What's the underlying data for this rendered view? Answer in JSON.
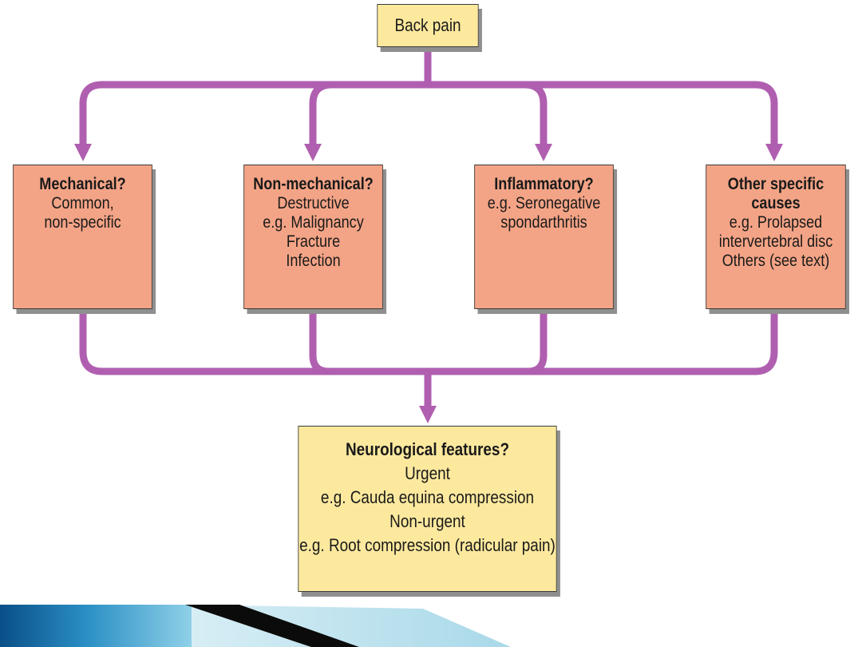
{
  "root": {
    "title": "Back pain"
  },
  "categories": [
    {
      "title": "Mechanical?",
      "lines": [
        "Common,",
        "non-specific"
      ]
    },
    {
      "title": "Non-mechanical?",
      "lines": [
        "Destructive",
        "e.g. Malignancy",
        "Fracture",
        "Infection"
      ]
    },
    {
      "title": "Inflammatory?",
      "lines": [
        "e.g. Seronegative",
        "spondarthritis"
      ]
    },
    {
      "title_lines": [
        "Other specific",
        "causes"
      ],
      "lines": [
        "e.g. Prolapsed",
        "intervertebral disc",
        "Others (see text)"
      ]
    }
  ],
  "outcome": {
    "title": "Neurological features?",
    "lines": [
      "Urgent",
      "e.g. Cauda equina compression",
      "Non-urgent",
      "e.g. Root compression (radicular pain)"
    ]
  },
  "colors": {
    "connector": "#b05fb0",
    "yellow_box": "#fde99e",
    "salmon_box": "#f4a486",
    "band_dark": "#0a4f88",
    "band_light": "#bfe2ee"
  }
}
